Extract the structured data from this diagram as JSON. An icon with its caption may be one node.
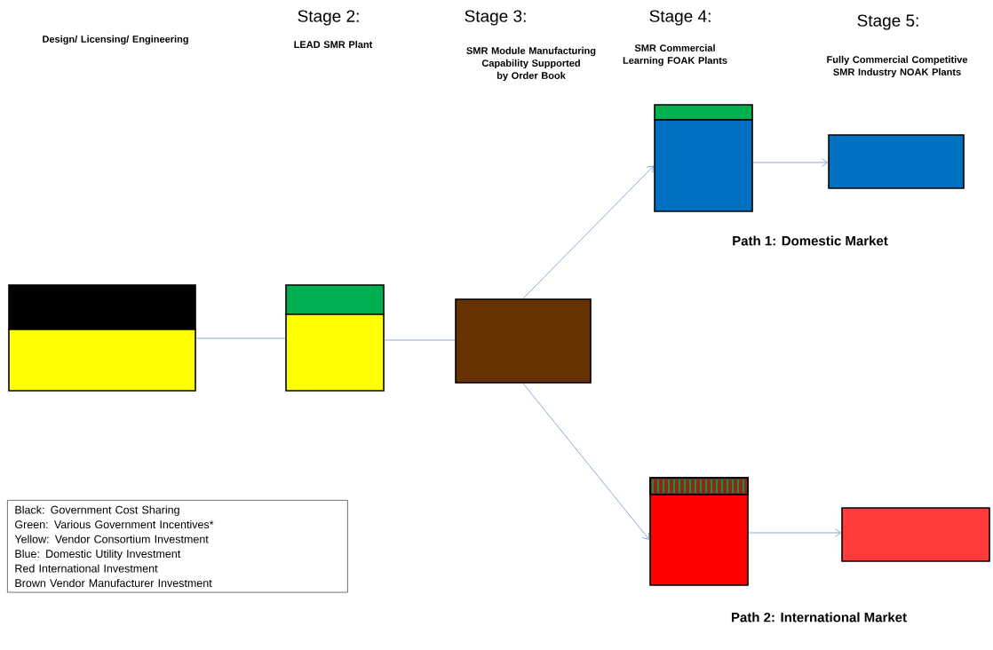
{
  "diagram": {
    "nodes": [
      {
        "text": [],
        "shape": "box"
      },
      {
        "text": [],
        "shape": "box"
      },
      {
        "text": [],
        "shape": "box"
      },
      {
        "text": [],
        "shape": "box"
      },
      {
        "text": [],
        "shape": "box"
      },
      {
        "text": [],
        "shape": "box"
      },
      {
        "text": [],
        "shape": "box"
      },
      {
        "text": [],
        "shape": "box"
      },
      {
        "text": [],
        "shape": "box"
      },
      {
        "text": [],
        "shape": "box"
      },
      {
        "text": [],
        "shape": "box"
      },
      {
        "text": [
          "Black: Government Cost Sharing",
          "Green: Various Government Incentives*",
          "Yellow: Vendor Consortium Investment",
          "Blue: Domestic Utility Investment",
          "Red International Investment",
          "Brown Vendor Manufacturer Investment"
        ]
      }
    ],
    "edges": [
      {
        "from": 1,
        "to": 3,
        "arrow": "none"
      },
      {
        "from": 3,
        "to": 4,
        "arrow": "none"
      },
      {
        "from": 4,
        "to": 6,
        "arrow": "to"
      },
      {
        "from": 6,
        "to": 7,
        "arrow": "to"
      },
      {
        "from": 4,
        "to": 9,
        "arrow": "to"
      },
      {
        "from": 9,
        "to": 10,
        "arrow": "to"
      }
    ],
    "labels": [
      "Design/ Licensing/ Engineering",
      "Stage 2:",
      "LEAD SMR Plant",
      "Stage 3:",
      "SMR Module Manufacturing Capability Supported by Order Book",
      "Stage 4:",
      "SMR Commercial Learning FOAK Plants",
      "Stage 5:",
      "Fully Commercial Competitive SMR Industry NOAK Plants",
      "Path 1: Domestic Market",
      "Path 2: International Market"
    ]
  }
}
